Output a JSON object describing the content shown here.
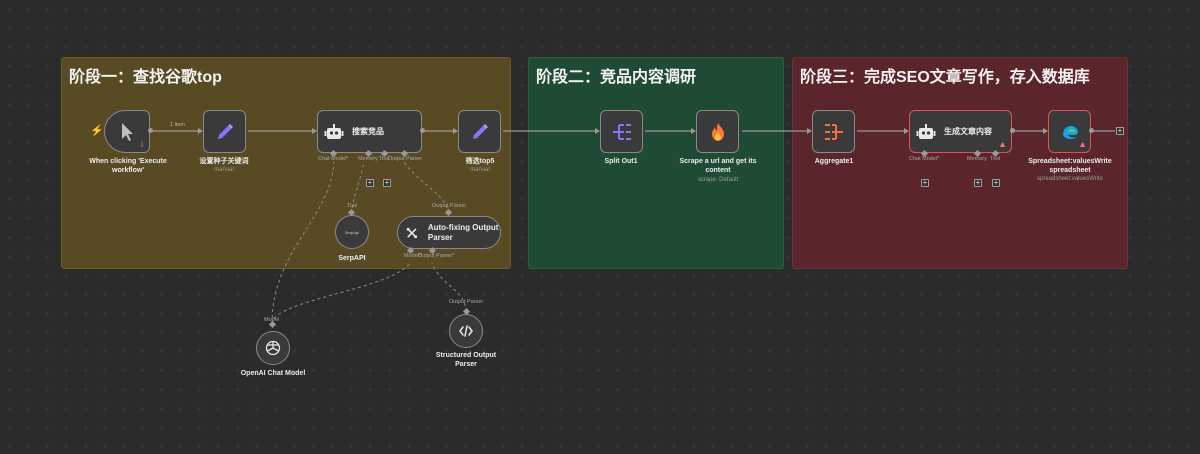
{
  "stages": [
    {
      "title": "阶段一：查找谷歌top"
    },
    {
      "title": "阶段二：竞品内容调研"
    },
    {
      "title": "阶段三：完成SEO文章写作，存入数据库"
    }
  ],
  "nodes": {
    "trigger": {
      "label": "When clicking 'Execute workflow'",
      "icon": "cursor-click-icon"
    },
    "set_keywords": {
      "label": "设置种子关键词",
      "sub": "manual",
      "icon": "pencil-icon"
    },
    "search_competitors": {
      "label": "搜索竞品",
      "icon": "robot-icon"
    },
    "filter_top5": {
      "label": "筛选top5",
      "sub": "manual",
      "icon": "pencil-icon"
    },
    "split_out": {
      "label": "Split Out1",
      "icon": "split-icon"
    },
    "scrape": {
      "label": "Scrape a url and get its content",
      "sub": "scrape: Default",
      "icon": "flame-icon"
    },
    "aggregate": {
      "label": "Aggregate1",
      "icon": "aggregate-icon"
    },
    "generate_article": {
      "label": "生成文章内容",
      "icon": "robot-icon"
    },
    "spreadsheet": {
      "label": "Spreadsheet:valuesWrite spreadsheet",
      "sub": "spreadsheet:valuesWrite",
      "icon": "spreadsheet-icon"
    },
    "serpapi": {
      "label": "SerpAPI",
      "inner": "SerpApi",
      "port": "Tool"
    },
    "autofix": {
      "label": "Auto-fixing Output Parser",
      "port": "Output Parser",
      "icon": "tools-icon"
    },
    "openai": {
      "label": "OpenAI Chat Model",
      "port": "Model",
      "icon": "openai-icon"
    },
    "structured": {
      "label": "Structured Output Parser",
      "port": "Output Parser",
      "icon": "code-icon"
    }
  },
  "ports": {
    "chat_model": "Chat Model*",
    "memory": "Memory",
    "tool": "Tool",
    "output_parser": "Output Parser",
    "model": "Model*",
    "output_parser_req": "Output Parser*"
  },
  "annotations": {
    "items_count": "1 item"
  },
  "colors": {
    "stage1": "#584a23",
    "stage2": "#1f4b35",
    "stage3": "#5b252c",
    "accent": "#7b61ff",
    "warning": "#ff6b6b"
  }
}
